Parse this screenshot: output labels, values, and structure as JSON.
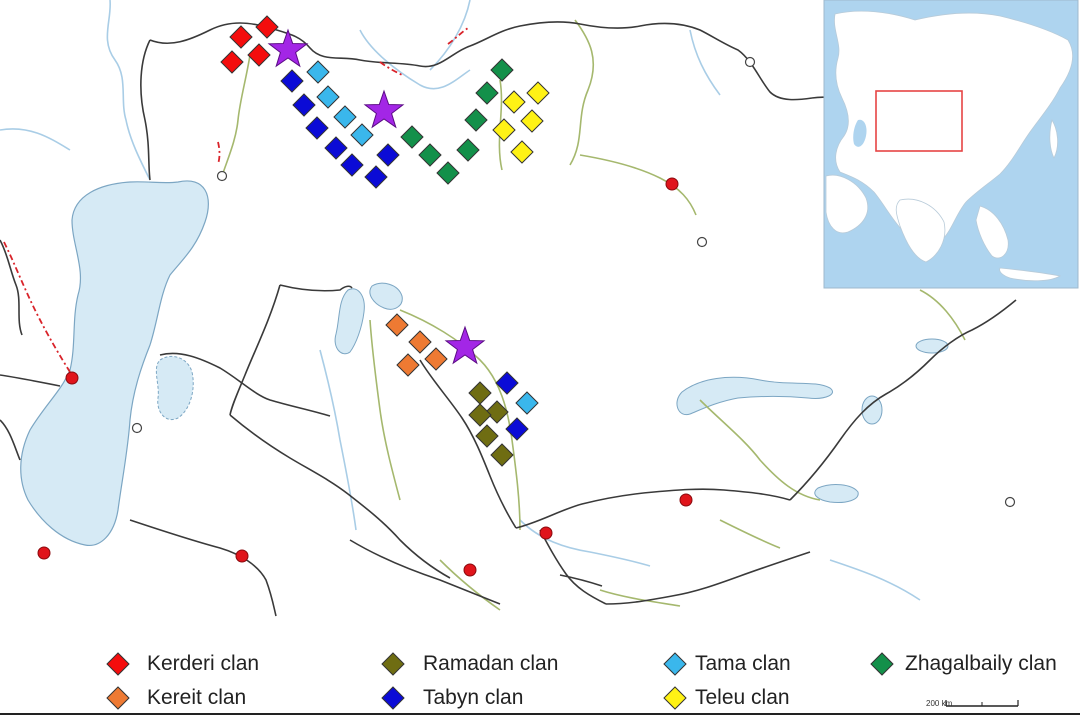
{
  "colors": {
    "sea": "#d6eaf5",
    "river": "#a9cde6",
    "border": "#3a3a3a",
    "green_line": "#a5b86e",
    "city": "#e0141b",
    "star": "#a326e6",
    "inset_sea": "#aed4ef",
    "inset_box": "#e64444"
  },
  "clans": [
    {
      "id": "kerderi",
      "label": "Kerderi clan",
      "color": "#f40d0d"
    },
    {
      "id": "kereit",
      "label": "Kereit clan",
      "color": "#ee7a33"
    },
    {
      "id": "ramadan",
      "label": "Ramadan clan",
      "color": "#6f6d12"
    },
    {
      "id": "tabyn",
      "label": "Tabyn clan",
      "color": "#0b0bd6"
    },
    {
      "id": "tama",
      "label": "Tama clan",
      "color": "#3ab7ec"
    },
    {
      "id": "teleu",
      "label": "Teleu clan",
      "color": "#fff215"
    },
    {
      "id": "zhagalbaily",
      "label": "Zhagalbaily clan",
      "color": "#13904a"
    }
  ],
  "scale": {
    "label": "200 km"
  }
}
